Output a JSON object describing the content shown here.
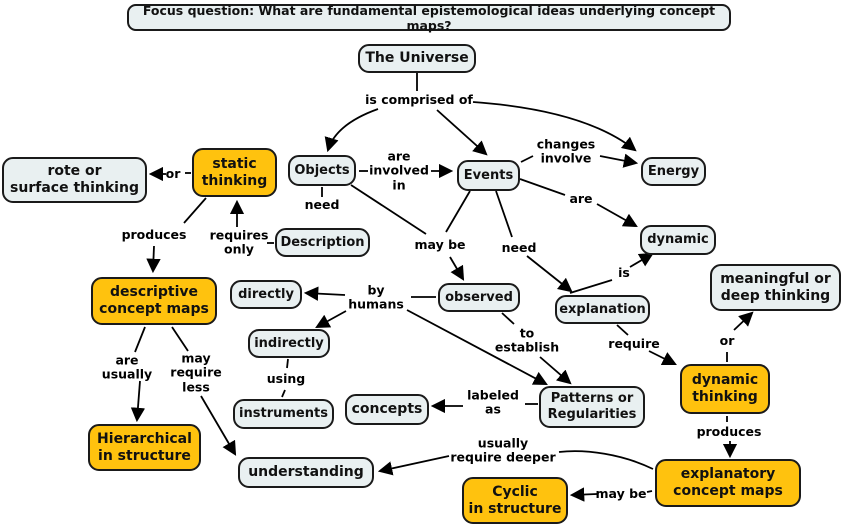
{
  "title": "Concept map about fundamental epistemological ideas underlying concept maps",
  "colors": {
    "highlight_fill": "#ffc20e",
    "concept_fill": "#e9f0f1",
    "border": "#1a1a1a",
    "line": "#000000",
    "background": "#ffffff"
  },
  "nodes": {
    "focus_question": "Focus question: What are fundamental epistemological ideas underlying concept maps?",
    "universe": "The Universe",
    "objects": "Objects",
    "events": "Events",
    "energy": "Energy",
    "rote_surface": "rote or\nsurface thinking",
    "static_thinking": "static\nthinking",
    "description": "Description",
    "dynamic": "dynamic",
    "explanation": "explanation",
    "directly": "directly",
    "observed": "observed",
    "meaningful_deep": "meaningful or\ndeep thinking",
    "indirectly": "indirectly",
    "descriptive_maps": "descriptive\nconcept maps",
    "dynamic_thinking": "dynamic\nthinking",
    "instruments": "instruments",
    "concepts": "concepts",
    "patterns": "Patterns or\nRegularities",
    "hierarchical": "Hierarchical\nin structure",
    "understanding": "understanding",
    "cyclic": "Cyclic\nin structure",
    "explanatory_maps": "explanatory\nconcept maps"
  },
  "links": {
    "is_comprised_of": "is comprised of",
    "are_involved_in": "are\ninvolved\nin",
    "changes_involve": "changes\ninvolve",
    "or_static_rote": "or",
    "need_objects": "need",
    "requires_only": "requires\nonly",
    "produces_static": "produces",
    "may_be_observed": "may be",
    "need_events": "need",
    "are_events_dynamic": "are",
    "is_explanation_dynamic": "is",
    "by_humans": "by\nhumans",
    "to_establish": "to\nestablish",
    "require_explanation": "require",
    "or_dynamic_meaningful": "or",
    "are_usually": "are\nusually",
    "may_require_less": "may\nrequire\nless",
    "using": "using",
    "labeled_as": "labeled\nas",
    "produces_dynamic": "produces",
    "usually_require_deeper": "usually\nrequire deeper",
    "may_be_cyclic": "may be"
  }
}
